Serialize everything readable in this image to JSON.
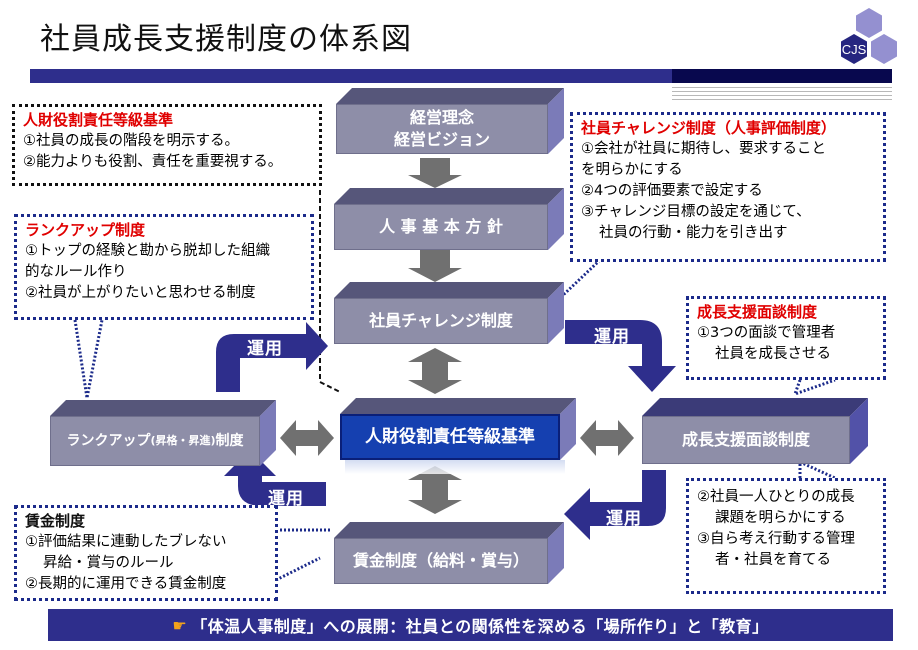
{
  "header": {
    "title": "社員成長支援制度の体系図",
    "logo_text": "CJS"
  },
  "colors": {
    "bar_primary": "#2e2e8c",
    "bar_dark": "#08084e",
    "box_face": "#8e8ea8",
    "box_highlight": "#1540b0",
    "callout_heading": "#e00000",
    "flow_arrow": "#2e2e8c",
    "connector_arrow": "#707070"
  },
  "boxes": {
    "philosophy": [
      "経営理念",
      "経営ビジョン"
    ],
    "hr_policy": "人 事 基 本 方 針",
    "challenge": "社員チャレンジ制度",
    "standard": "人財役割責任等級基準",
    "rankup": {
      "main": "ランクアップ",
      "sub": "(昇格・昇進)",
      "tail": "制度"
    },
    "interview": "成長支援面談制度",
    "wage": "賃金制度（給料・賞与）"
  },
  "flow_labels": {
    "top_left": "運用",
    "top_right": "運用",
    "bottom_left": "運用",
    "bottom_right": "運用"
  },
  "callouts": {
    "standard": {
      "heading": "人財役割責任等級基準",
      "lines": [
        "①社員の成長の階段を明示する。",
        "②能力よりも役割、責任を重要視する。"
      ]
    },
    "rankup": {
      "heading": "ランクアップ制度",
      "lines": [
        "①トップの経験と勘から脱却した組織",
        "的なルール作り",
        "②社員が上がりたいと思わせる制度"
      ]
    },
    "challenge": {
      "heading": "社員チャレンジ制度（人事評価制度）",
      "lines": [
        "①会社が社員に期待し、要求すること",
        "を明らかにする",
        "②4つの評価要素で設定する",
        "③チャレンジ目標の設定を通じて、",
        "社員の行動・能力を引き出す"
      ]
    },
    "interview_top": {
      "heading": "成長支援面談制度",
      "lines": [
        "①3つの面談で管理者",
        "社員を成長させる"
      ]
    },
    "interview_bottom": {
      "lines": [
        "②社員一人ひとりの成長",
        "課題を明らかにする",
        "③自ら考え行動する管理",
        "者・社員を育てる"
      ]
    },
    "wage": {
      "heading": "賃金制度",
      "lines": [
        "①評価結果に連動したブレない",
        "昇給・賞与のルール",
        "②長期的に運用できる賃金制度"
      ]
    }
  },
  "footer": {
    "icon": "pointing-hand-icon",
    "text": "「体温人事制度」への展開：社員との関係性を深める「場所作り」と「教育」"
  }
}
